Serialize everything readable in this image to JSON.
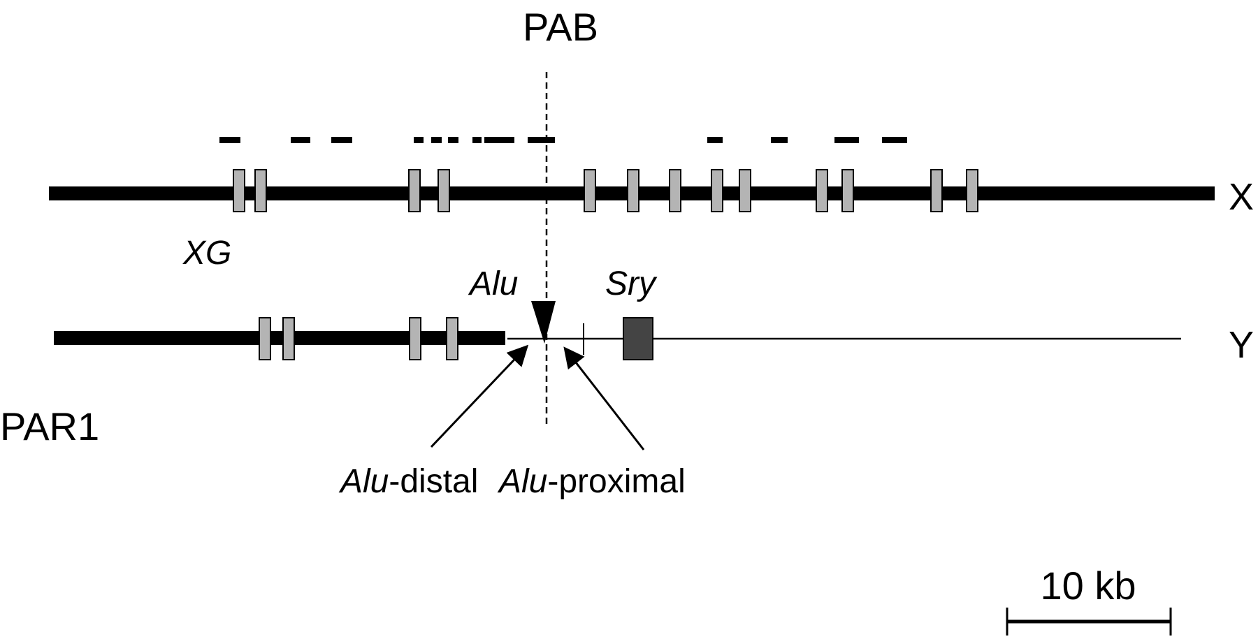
{
  "labels": {
    "boundary": "PAB",
    "chrom_x": "X",
    "chrom_y": "Y",
    "region": "PAR1",
    "gene_xg": "XG",
    "alu": "Alu",
    "sry": "Sry",
    "alu_distal_italic": "Alu",
    "alu_distal_rest": "-distal",
    "alu_proximal_italic": "Alu",
    "alu_proximal_rest": "-proximal",
    "scale": "10 kb"
  },
  "colors": {
    "line": "#000000",
    "exon": "#b4b4b4",
    "sry_box": "#444444"
  },
  "scale_kb": 10
}
